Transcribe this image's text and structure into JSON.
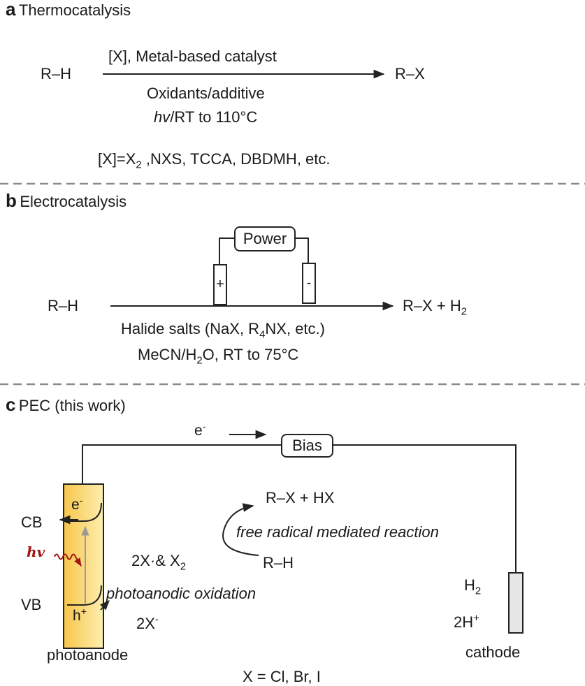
{
  "panel_a": {
    "letter": "a",
    "title": "Thermocatalysis",
    "reactant": "R–H",
    "above_arrow": "[X], Metal-based catalyst",
    "below_arrow_1": "Oxidants/additive",
    "below_arrow_2_italic": "hv",
    "below_arrow_2_rest": "/RT to 110°C",
    "product": "R–X",
    "reagents_prefix": "[X]=X",
    "reagents_sub": "2",
    "reagents_suffix": " ,NXS, TCCA, DBDMH, etc."
  },
  "panel_b": {
    "letter": "b",
    "title": "Electrocatalysis",
    "power_label": "Power",
    "plus": "+",
    "minus": "-",
    "reactant": "R–H",
    "product_main": "R–X + H",
    "product_sub": "2",
    "below_1_prefix": "Halide salts (NaX, R",
    "below_1_sub": "4",
    "below_1_suffix": "NX, etc.)",
    "below_2_prefix": "MeCN/H",
    "below_2_sub": "2",
    "below_2_suffix": "O, RT to 75°C"
  },
  "panel_c": {
    "letter": "c",
    "title": "PEC (this work)",
    "electron_flow": "e",
    "electron_flow_sup": "-",
    "bias_label": "Bias",
    "cb_label": "CB",
    "vb_label": "VB",
    "electron_in_band": "e",
    "electron_in_band_sup": "-",
    "hole": "h",
    "hole_sup": "+",
    "light_label": "hv",
    "photoanode_label": "photoanode",
    "product": "R–X + HX",
    "radical_reaction": "free radical mediated reaction",
    "radicals_prefix": "2X·& X",
    "radicals_sub": "2",
    "substrate": "R–H",
    "oxidation": "photoanodic oxidation",
    "halide_prefix": "2X",
    "halide_sup": "-",
    "h2_prefix": "H",
    "h2_sub": "2",
    "protons_prefix": "2H",
    "protons_sup": "+",
    "cathode_label": "cathode",
    "halogens": "X = Cl, Br, I"
  },
  "colors": {
    "photoanode_gradient_start": "#f7c64a",
    "photoanode_gradient_end": "#fdeeb0",
    "light_wave": "#a31515",
    "internal_arrow": "#999999",
    "dashed_divider": "#8a8a8a",
    "cathode_fill": "#e6e6e6"
  }
}
